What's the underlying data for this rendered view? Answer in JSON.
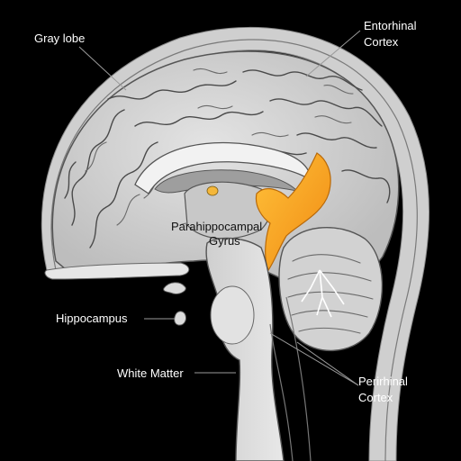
{
  "labels": {
    "gray_lobe": "Gray lobe",
    "entorhinal_line1": "Entorhinal",
    "entorhinal_line2": "Cortex",
    "parahippocampal_line1": "Parahippocampal",
    "parahippocampal_line2": "Gyrus",
    "hippocampus": "Hippocampus",
    "white_matter": "White Matter",
    "perirhinal_line1": "Perirhinal",
    "perirhinal_line2": "Cortex"
  },
  "colors": {
    "background": "#000000",
    "brain_fill": "#d6d6d6",
    "highlight": "#f4a623",
    "label_text": "#ffffff"
  }
}
